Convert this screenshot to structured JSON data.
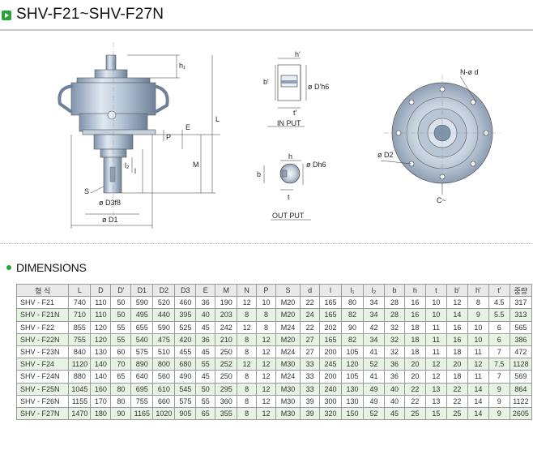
{
  "header": {
    "title": "SHV-F21~SHV-F27N"
  },
  "drawing": {
    "labels": {
      "h1": "h₁",
      "l": "L",
      "e": "E",
      "p": "P",
      "m": "M",
      "l_small": "l",
      "l2": "l₂",
      "s": "S",
      "d3": "ø D3f8",
      "d1": "ø D1",
      "h_prime": "h'",
      "b_prime": "b'",
      "d_prime": "ø D'h6",
      "t_prime": "t'",
      "in_put": "IN PUT",
      "h": "h",
      "b": "b",
      "d": "ø Dh6",
      "t": "t",
      "out_put": "OUT PUT",
      "n_d": "N-ø d",
      "d2": "ø D2",
      "c": "C~"
    }
  },
  "dimensions": {
    "title": "DIMENSIONS",
    "columns": [
      "형 식",
      "L",
      "D",
      "D'",
      "D1",
      "D2",
      "D3",
      "E",
      "M",
      "N",
      "P",
      "S",
      "d",
      "l",
      "l₁",
      "l₂",
      "b",
      "h",
      "t",
      "b'",
      "h'",
      "t'",
      "중량"
    ],
    "rows": [
      [
        "SHV - F21",
        "740",
        "110",
        "50",
        "590",
        "520",
        "460",
        "36",
        "190",
        "12",
        "10",
        "M20",
        "22",
        "165",
        "80",
        "34",
        "28",
        "16",
        "10",
        "12",
        "8",
        "4.5",
        "317"
      ],
      [
        "SHV - F21N",
        "710",
        "110",
        "50",
        "495",
        "440",
        "395",
        "40",
        "203",
        "8",
        "8",
        "M20",
        "24",
        "165",
        "82",
        "34",
        "28",
        "16",
        "10",
        "14",
        "9",
        "5.5",
        "313"
      ],
      [
        "SHV - F22",
        "855",
        "120",
        "55",
        "655",
        "590",
        "525",
        "45",
        "242",
        "12",
        "8",
        "M24",
        "22",
        "202",
        "90",
        "42",
        "32",
        "18",
        "11",
        "16",
        "10",
        "6",
        "565"
      ],
      [
        "SHV - F22N",
        "755",
        "120",
        "55",
        "540",
        "475",
        "420",
        "36",
        "210",
        "8",
        "12",
        "M20",
        "27",
        "165",
        "82",
        "34",
        "32",
        "18",
        "11",
        "16",
        "10",
        "6",
        "386"
      ],
      [
        "SHV - F23N",
        "840",
        "130",
        "60",
        "575",
        "510",
        "455",
        "45",
        "250",
        "8",
        "12",
        "M24",
        "27",
        "200",
        "105",
        "41",
        "32",
        "18",
        "11",
        "18",
        "11",
        "7",
        "472"
      ],
      [
        "SHV - F24",
        "1120",
        "140",
        "70",
        "890",
        "800",
        "680",
        "55",
        "252",
        "12",
        "12",
        "M30",
        "33",
        "245",
        "120",
        "52",
        "36",
        "20",
        "12",
        "20",
        "12",
        "7.5",
        "1128"
      ],
      [
        "SHV - F24N",
        "880",
        "140",
        "65",
        "640",
        "560",
        "490",
        "45",
        "250",
        "8",
        "12",
        "M24",
        "33",
        "200",
        "105",
        "41",
        "36",
        "20",
        "12",
        "18",
        "11",
        "7",
        "569"
      ],
      [
        "SHV - F25N",
        "1045",
        "160",
        "80",
        "695",
        "610",
        "545",
        "50",
        "295",
        "8",
        "12",
        "M30",
        "33",
        "240",
        "130",
        "49",
        "40",
        "22",
        "13",
        "22",
        "14",
        "9",
        "864"
      ],
      [
        "SHV - F26N",
        "1155",
        "170",
        "80",
        "755",
        "660",
        "575",
        "55",
        "360",
        "8",
        "12",
        "M30",
        "39",
        "300",
        "130",
        "49",
        "40",
        "22",
        "13",
        "22",
        "14",
        "9",
        "1122"
      ],
      [
        "SHV - F27N",
        "1470",
        "180",
        "90",
        "1165",
        "1020",
        "905",
        "65",
        "355",
        "8",
        "12",
        "M30",
        "39",
        "320",
        "150",
        "52",
        "45",
        "25",
        "15",
        "25",
        "14",
        "9",
        "2605"
      ]
    ]
  }
}
